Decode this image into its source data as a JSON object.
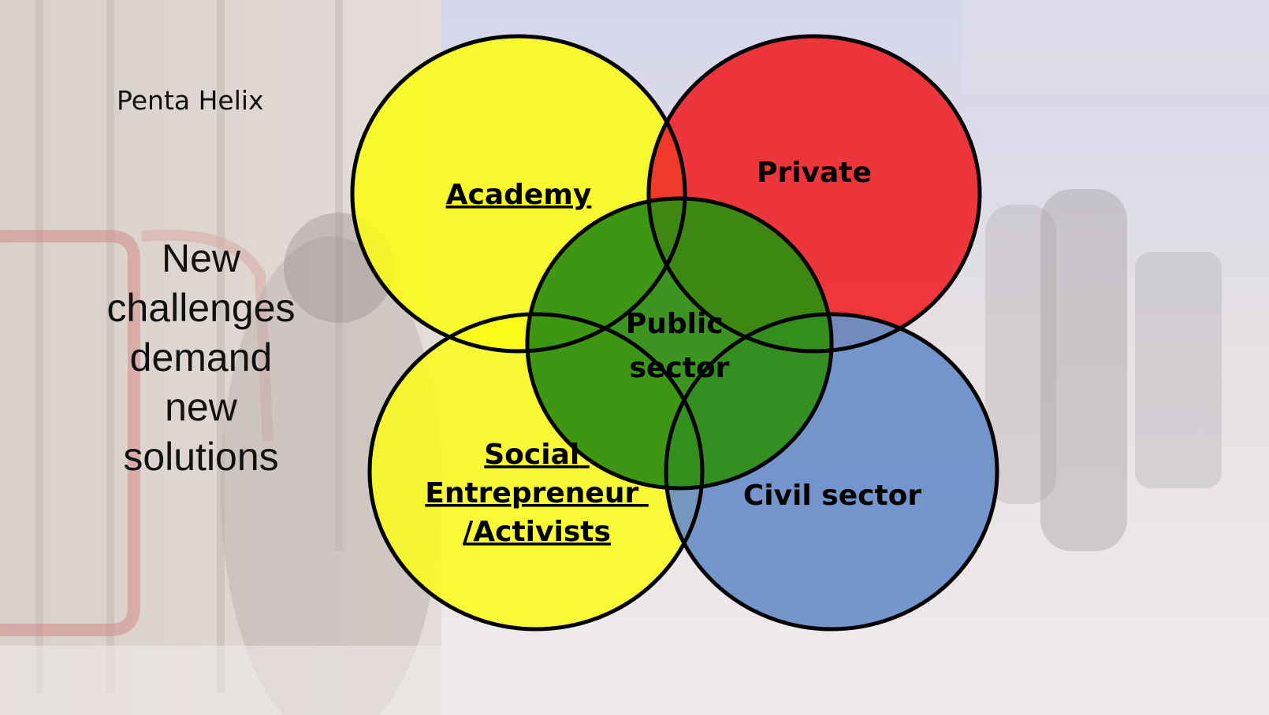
{
  "slide": {
    "subtitle": "Penta Helix",
    "headline_lines": [
      "New",
      "challenges",
      "demand",
      "new",
      "solutions"
    ]
  },
  "diagram": {
    "type": "venn",
    "sets": [
      {
        "name": "academy",
        "label_lines": [
          "Academy"
        ],
        "underlined": true,
        "color": "#fcfc16"
      },
      {
        "name": "private",
        "label_lines": [
          "Private"
        ],
        "underlined": false,
        "color": "#ee2328"
      },
      {
        "name": "social",
        "label_lines": [
          "Social",
          "Entrepreneur",
          "/Activists"
        ],
        "underlined": true,
        "color": "#fcfc16"
      },
      {
        "name": "civil",
        "label_lines": [
          "Civil sector"
        ],
        "underlined": false,
        "color": "#6a8fc8"
      },
      {
        "name": "public",
        "label_lines": [
          "Public",
          "sector"
        ],
        "underlined": false,
        "color": "#2e8e10"
      }
    ],
    "outline_color": "#000000"
  },
  "colors": {
    "background": "#e9e4e2",
    "text": "#111111",
    "overlap_academy_private": "#f1bd0a"
  }
}
